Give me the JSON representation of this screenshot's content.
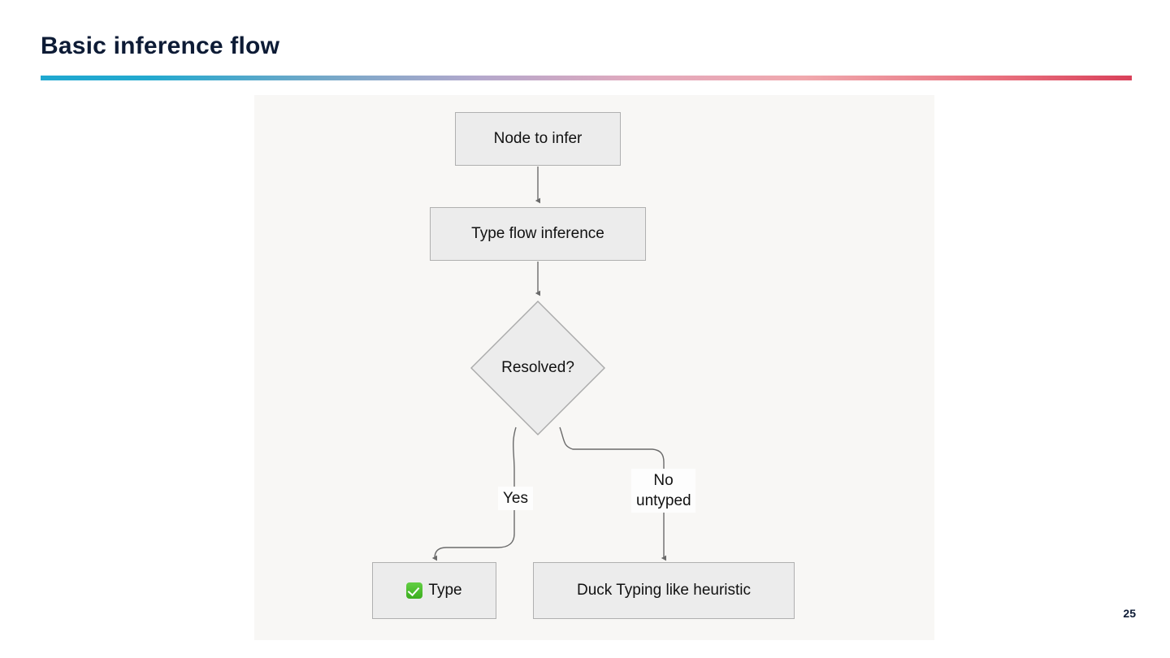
{
  "slide": {
    "title": "Basic inference flow",
    "page_number": "25",
    "accent_left": "#1fa8d0",
    "accent_mid": "#e2a9bd",
    "accent_right": "#d9415a",
    "title_color": "#0d1b35",
    "canvas_background": "#f8f7f5"
  },
  "diagram": {
    "type": "flowchart",
    "node_fill": "#ececec",
    "node_border": "#b0b0b0",
    "edge_color": "#666666",
    "nodes": [
      {
        "id": "start",
        "label": "Node to infer",
        "shape": "rect"
      },
      {
        "id": "process",
        "label": "Type flow inference",
        "shape": "rect"
      },
      {
        "id": "decision",
        "label": "Resolved?",
        "shape": "diamond"
      },
      {
        "id": "type",
        "label": "Type",
        "icon": "check-mark-icon",
        "shape": "rect"
      },
      {
        "id": "duck",
        "label": "Duck Typing like heuristic",
        "shape": "rect"
      }
    ],
    "edges": [
      {
        "from": "start",
        "to": "process",
        "label": ""
      },
      {
        "from": "process",
        "to": "decision",
        "label": ""
      },
      {
        "from": "decision",
        "to": "type",
        "label": "Yes"
      },
      {
        "from": "decision",
        "to": "duck",
        "label": "No\nuntyped"
      }
    ],
    "edge_labels": {
      "yes": "Yes",
      "no": "No\nuntyped"
    }
  }
}
